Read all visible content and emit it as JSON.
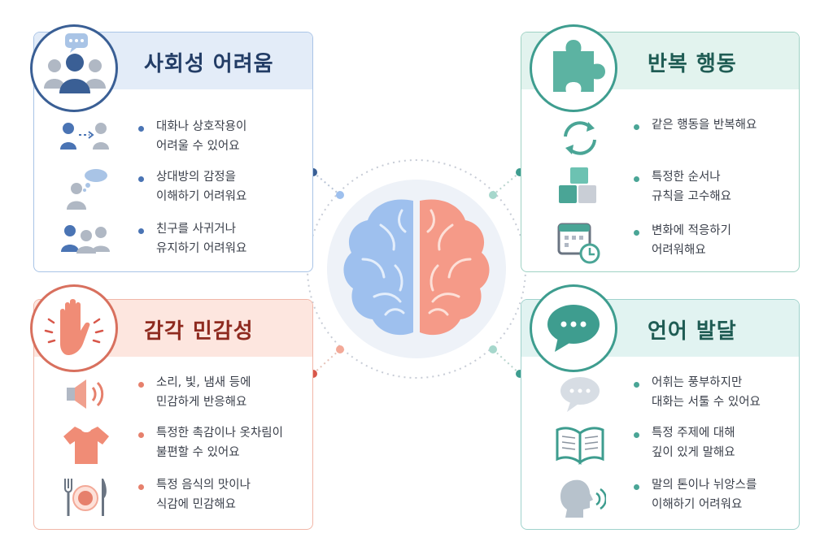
{
  "social": {
    "title": "사회성 어려움",
    "items": [
      {
        "line1": "대화나 상호작용이",
        "line2": "어려울 수 있어요"
      },
      {
        "line1": "상대방의 감정을",
        "line2": "이해하기 어려워요"
      },
      {
        "line1": "친구를 사귀거나",
        "line2": "유지하기 어려워요"
      }
    ]
  },
  "repeat": {
    "title": "반복 행동",
    "items": [
      {
        "line1": "같은 행동을 반복해요",
        "line2": ""
      },
      {
        "line1": "특정한 순서나",
        "line2": "규칙을 고수해요"
      },
      {
        "line1": "변화에 적응하기",
        "line2": "어려워해요"
      }
    ]
  },
  "sensory": {
    "title": "감각 민감성",
    "items": [
      {
        "line1": "소리, 빛, 냄새 등에",
        "line2": "민감하게 반응해요"
      },
      {
        "line1": "특정한 촉감이나 옷차림이",
        "line2": "불편할 수 있어요"
      },
      {
        "line1": "특정 음식의 맛이나",
        "line2": "식감에 민감해요"
      }
    ]
  },
  "language": {
    "title": "언어 발달",
    "items": [
      {
        "line1": "어휘는 풍부하지만",
        "line2": "대화는 서툴 수 있어요"
      },
      {
        "line1": "특정 주제에 대해",
        "line2": "깊이 있게 말해요"
      },
      {
        "line1": "말의 톤이나 뉘앙스를",
        "line2": "이해하기 어려워요"
      }
    ]
  },
  "colors": {
    "blue": "#4a74b4",
    "teal": "#4aa596",
    "coral": "#e6806c",
    "brain_left": "#9ec0ee",
    "brain_right": "#f59a88"
  }
}
